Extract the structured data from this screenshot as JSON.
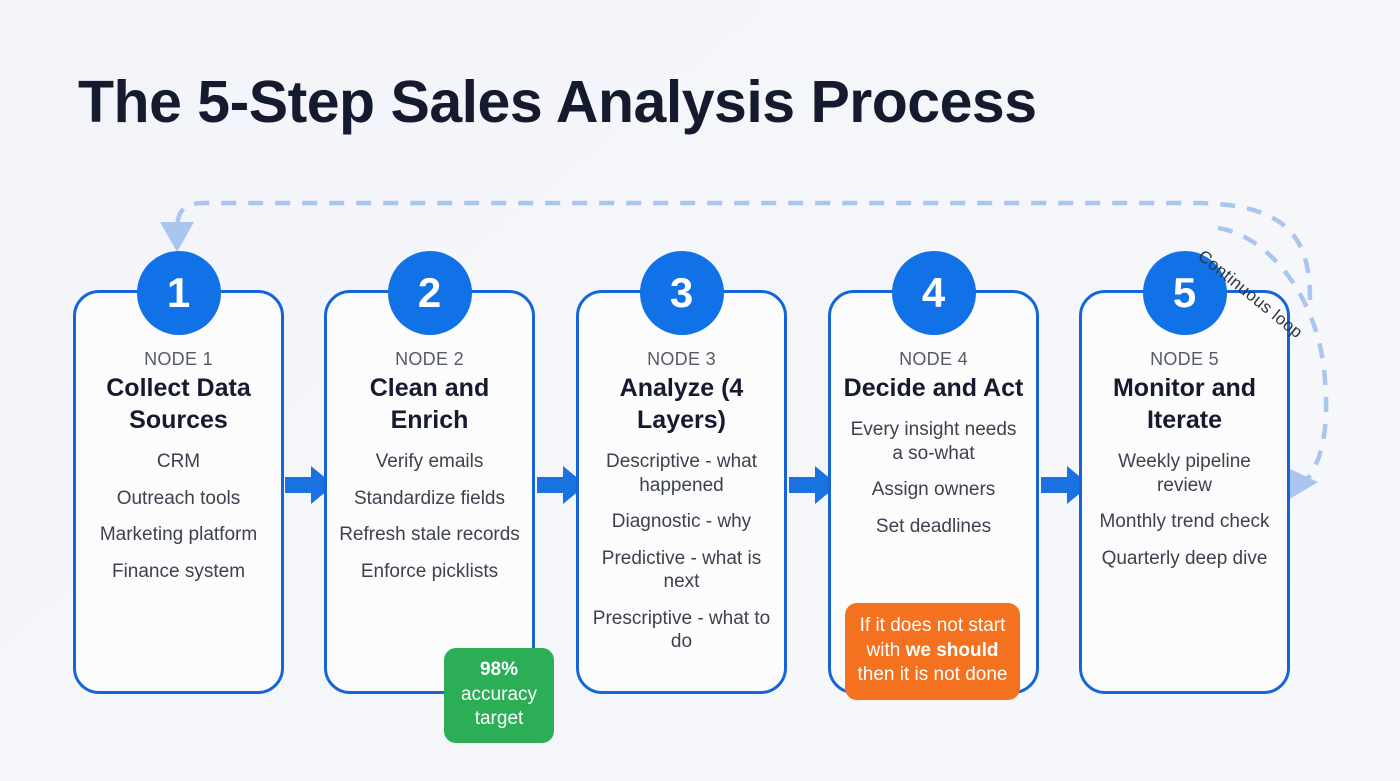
{
  "title": "The 5-Step Sales Analysis Process",
  "colors": {
    "background": "#f4f6fa",
    "node_blue": "#1172e8",
    "border_blue": "#1565d8",
    "connector_blue": "#1a72e0",
    "loop_blue": "#a9c6ef",
    "title_navy": "#141b2e",
    "kicker_grey": "#555b66",
    "item_grey": "#3c424e",
    "accuracy_green": "#2cae57",
    "sowhat_orange": "#f4711f"
  },
  "nodes": [
    {
      "number": "1",
      "kicker": "NODE 1",
      "title": "Collect Data Sources",
      "items": [
        "CRM",
        "Outreach tools",
        "Marketing platform",
        "Finance system"
      ]
    },
    {
      "number": "2",
      "kicker": "NODE 2",
      "title": "Clean and Enrich",
      "items": [
        "Verify emails",
        "Standardize fields",
        "Refresh stale records",
        "Enforce picklists"
      ]
    },
    {
      "number": "3",
      "kicker": "NODE 3",
      "title": "Analyze (4 Layers)",
      "items": [
        "Descriptive - what happened",
        "Diagnostic - why",
        "Predictive - what is next",
        "Prescriptive - what to do"
      ]
    },
    {
      "number": "4",
      "kicker": "NODE 4",
      "title": "Decide and Act",
      "items": [
        "Every insight needs a so-what",
        "Assign owners",
        "Set deadlines"
      ]
    },
    {
      "number": "5",
      "kicker": "NODE 5",
      "title": "Monitor and Iterate",
      "items": [
        "Weekly pipeline review",
        "Monthly trend check",
        "Quarterly deep dive"
      ]
    }
  ],
  "callouts": {
    "accuracy": {
      "value": "98%",
      "line1": "accuracy",
      "line2": "target"
    },
    "sowhat": {
      "part1": "If it does not start with ",
      "emphasis": "we should",
      "part2": " then it is not done"
    }
  },
  "loop": {
    "label": "Continuous loop"
  },
  "connectors": [
    {
      "from": "1",
      "to": "2"
    },
    {
      "from": "2",
      "to": "3"
    },
    {
      "from": "3",
      "to": "4"
    },
    {
      "from": "4",
      "to": "5"
    }
  ]
}
